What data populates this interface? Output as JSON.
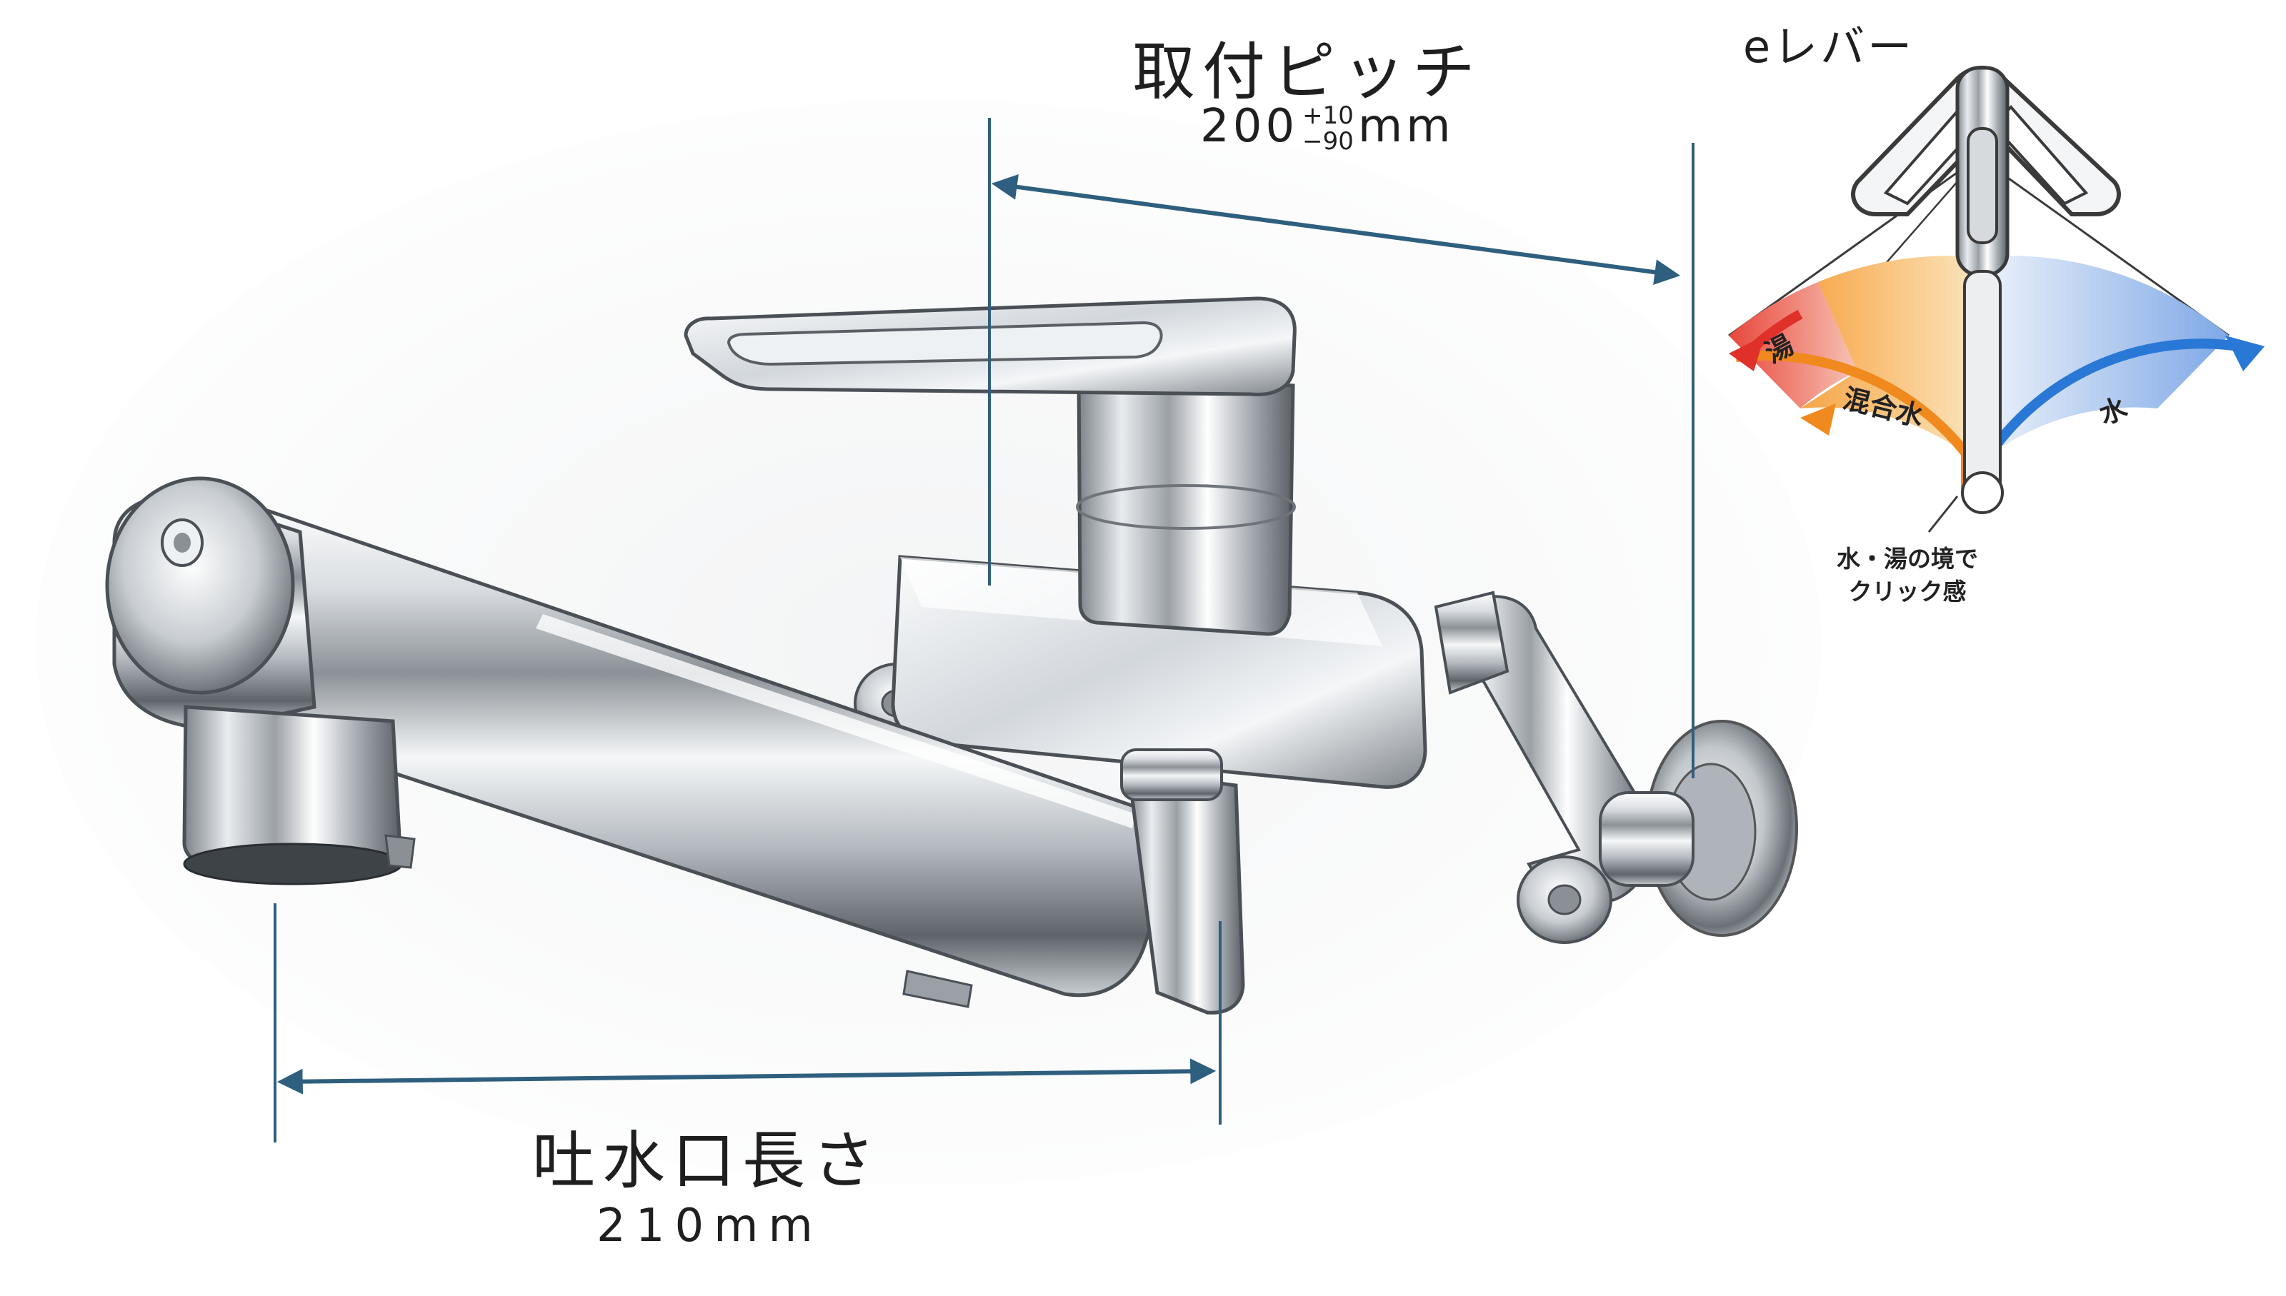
{
  "dimensions": {
    "mounting_pitch": {
      "title": "取付ピッチ",
      "value": "200",
      "tolerance_upper": "+10",
      "tolerance_lower": "−90",
      "unit": "mm"
    },
    "spout_length": {
      "title": "吐水口長さ",
      "value": "210mm"
    }
  },
  "e_lever": {
    "title": "eレバー",
    "zones": {
      "hot": "湯",
      "mixed": "混合水",
      "cold": "水"
    },
    "note_line1": "水・湯の境で",
    "note_line2": "クリック感"
  },
  "colors": {
    "dimension_line": "#2f5f7e",
    "hot": "#e0302a",
    "mixed": "#f08a1e",
    "cold": "#2a78d6",
    "chrome_dark": "#6d737a",
    "chrome_light": "#f2f4f6"
  }
}
